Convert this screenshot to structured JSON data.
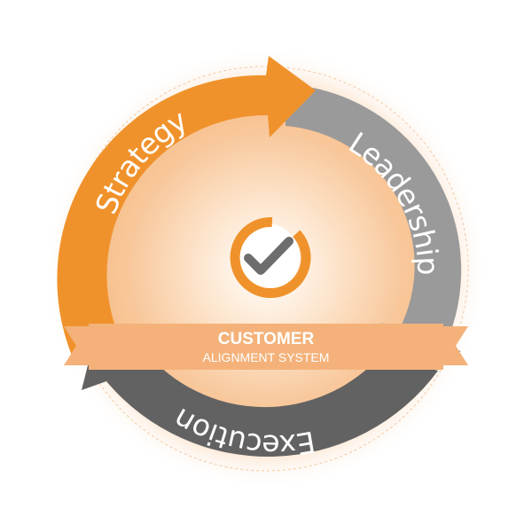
{
  "diagram": {
    "segments": [
      {
        "key": "strategy",
        "label": "Strategy",
        "color": "#F0922B"
      },
      {
        "key": "leadership",
        "label": "Leadership",
        "color": "#9A9A9A"
      },
      {
        "key": "execution",
        "label": "Execution",
        "color": "#626262"
      }
    ],
    "center": {
      "icon": "checkmark-icon",
      "ring_color": "#F0922B",
      "check_color": "#6D6D6D",
      "title": "CUSTOMER",
      "subtitle": "ALIGNMENT SYSTEM",
      "ribbon_color": "#F4B27A"
    }
  }
}
